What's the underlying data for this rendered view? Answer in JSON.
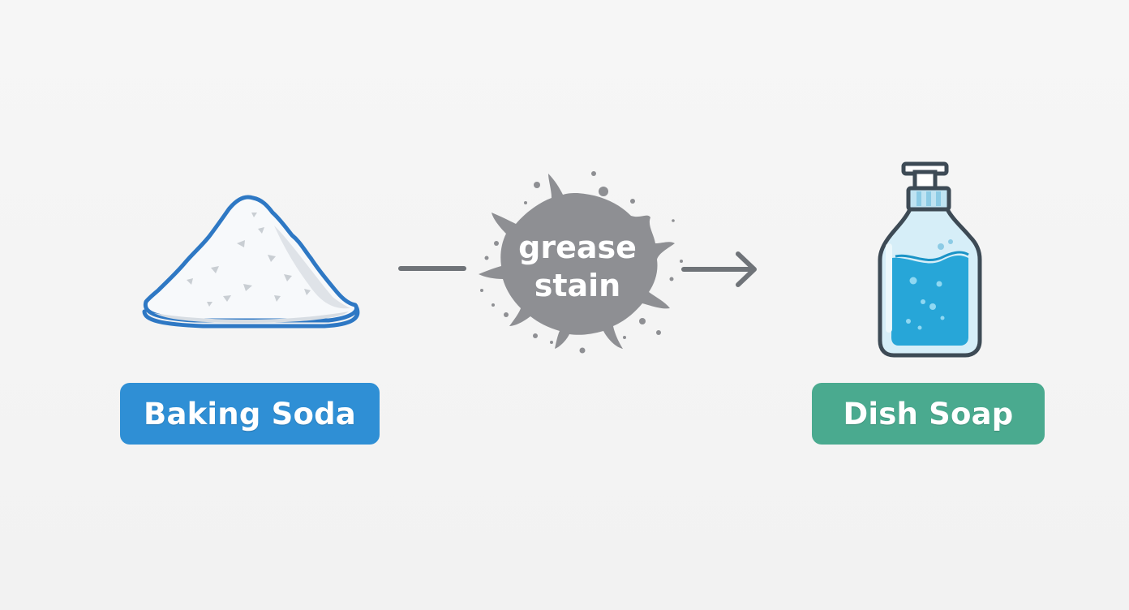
{
  "items": {
    "baking_soda": {
      "label": "Baking Soda",
      "icon": "baking-soda-pile-icon",
      "color": "#2f8fd5"
    },
    "grease_stain": {
      "line1": "grease",
      "line2": "stain",
      "icon": "grease-splatter-icon",
      "color": "#8e8f93"
    },
    "dish_soap": {
      "label": "Dish Soap",
      "icon": "soap-bottle-icon",
      "color": "#4aaa8f"
    }
  },
  "colors": {
    "background": "#f4f4f4",
    "arrow": "#6f7378",
    "outline": "#3d4a55",
    "soap_liquid": "#27a6d8",
    "powder_outline": "#2e78c4"
  }
}
